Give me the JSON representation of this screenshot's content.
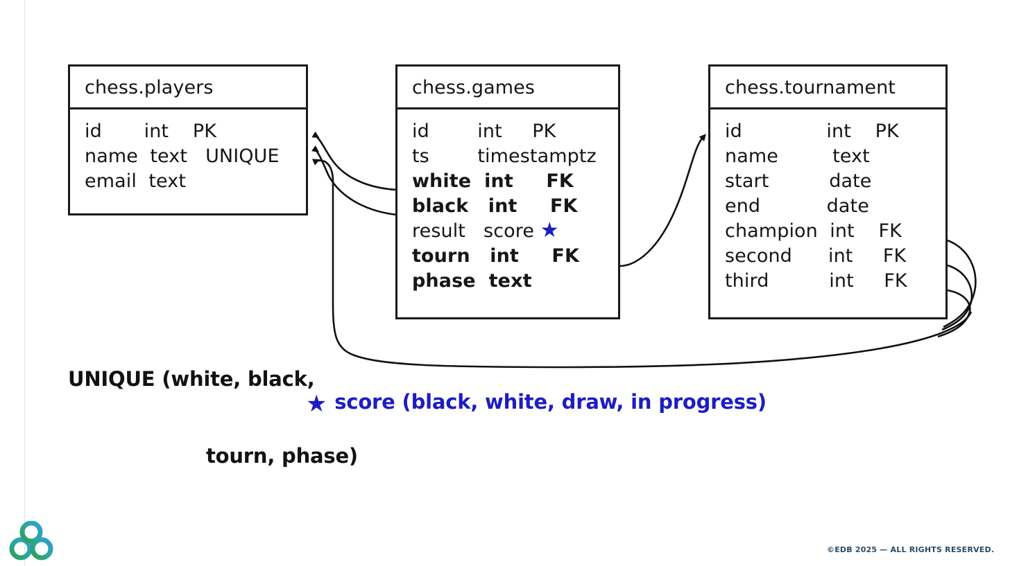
{
  "slide": {
    "background_color": "#ffffff",
    "guide_line_color": "#e2e2e2",
    "ink_color": "#1a1a1a",
    "accent_color": "#1d1dc4"
  },
  "entities": [
    {
      "name": "chess.players",
      "title": "chess.players",
      "rows": [
        {
          "text": "id       int    PK",
          "bold": false
        },
        {
          "text": "name  text   UNIQUE",
          "bold": false
        },
        {
          "text": "email  text",
          "bold": false
        }
      ]
    },
    {
      "name": "chess.games",
      "title": "chess.games",
      "rows": [
        {
          "text": "id        int     PK",
          "bold": false
        },
        {
          "text": "ts        timestamptz",
          "bold": false
        },
        {
          "text": "white  int     FK",
          "bold": true
        },
        {
          "text": "black   int     FK",
          "bold": true
        },
        {
          "text": "result   score ",
          "bold": false,
          "star": true
        },
        {
          "text": "tourn   int     FK",
          "bold": true
        },
        {
          "text": "phase  text",
          "bold": true
        }
      ]
    },
    {
      "name": "chess.tournament",
      "title": "chess.tournament",
      "rows": [
        {
          "text": "id              int    PK",
          "bold": false
        },
        {
          "text": "name         text",
          "bold": false
        },
        {
          "text": "start          date",
          "bold": false
        },
        {
          "text": "end           date",
          "bold": false
        },
        {
          "text": "champion  int    FK",
          "bold": false
        },
        {
          "text": "second      int     FK",
          "bold": false
        },
        {
          "text": "third          int     FK",
          "bold": false
        }
      ]
    }
  ],
  "annotations": {
    "unique_constraint_line1": "UNIQUE (white, black,",
    "unique_constraint_line2": "tourn, phase)",
    "score_legend": "score (black, white, draw, in progress)",
    "star_symbol": "★"
  },
  "footer": {
    "copyright": "©EDB 2025 — ALL RIGHTS RESERVED.",
    "logo_name": "edb-trefoil-logo"
  }
}
